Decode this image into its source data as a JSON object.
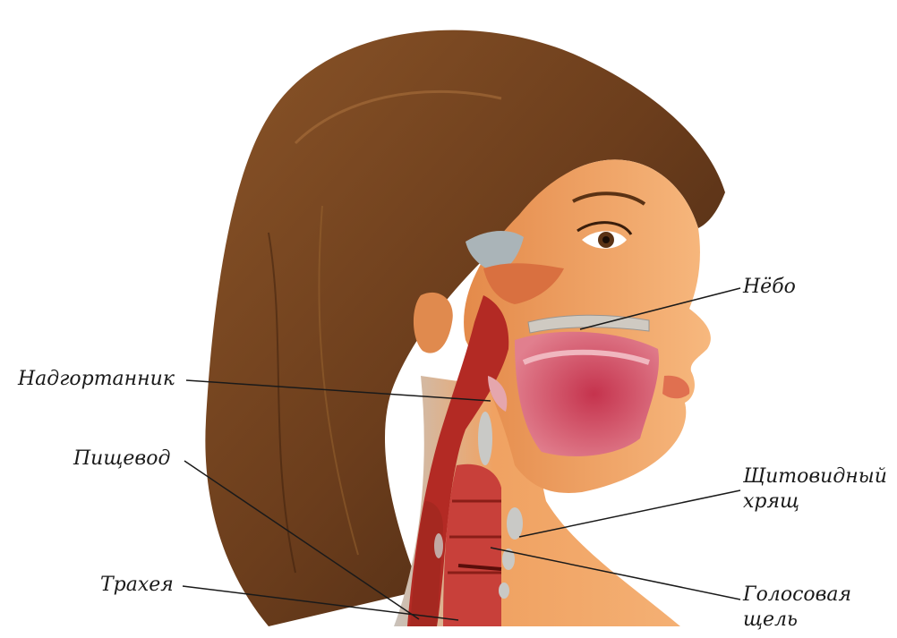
{
  "labels": {
    "palate": "Нёбо",
    "epiglottis": "Надгортанник",
    "esophagus": "Пищевод",
    "thyroid_cartilage_line1": "Щитовидный",
    "thyroid_cartilage_line2": "хрящ",
    "trachea": "Трахея",
    "glottis_line1": "Голосовая",
    "glottis_line2": "щель"
  },
  "colors": {
    "hair": "#6b3d1c",
    "skin": "#f2a565",
    "tissue": "#c8322a",
    "mouth_cavity": "#d45a6e",
    "cartilage": "#c9c9c6",
    "leader_line": "#1a1a1a"
  }
}
